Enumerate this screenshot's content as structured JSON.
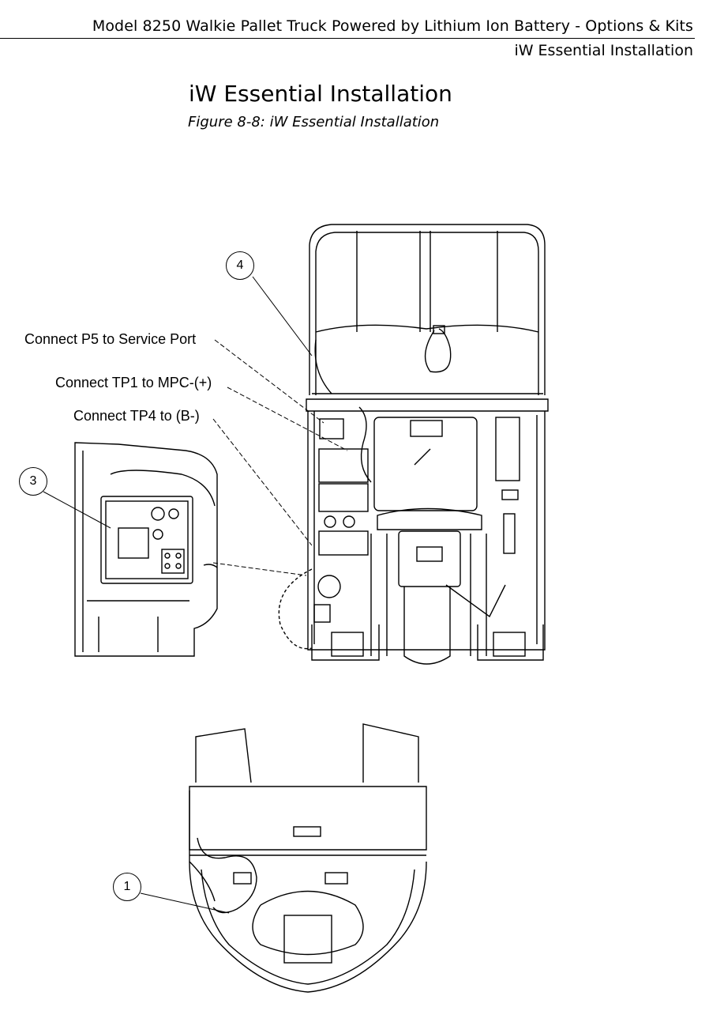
{
  "header": {
    "title": "Model 8250 Walkie Pallet Truck Powered  by Lithium Ion Battery - Options & Kits",
    "subtitle": "iW Essential Installation"
  },
  "page_title": "iW Essential Installation",
  "figure_caption": "Figure 8-8: iW Essential Installation",
  "callouts": [
    {
      "text": "Connect P5 to Service Port"
    },
    {
      "text": "Connect TP1 to MPC-(+)"
    },
    {
      "text": "Connect TP4 to (B-)"
    }
  ],
  "balloons": [
    "4",
    "3",
    "1"
  ]
}
